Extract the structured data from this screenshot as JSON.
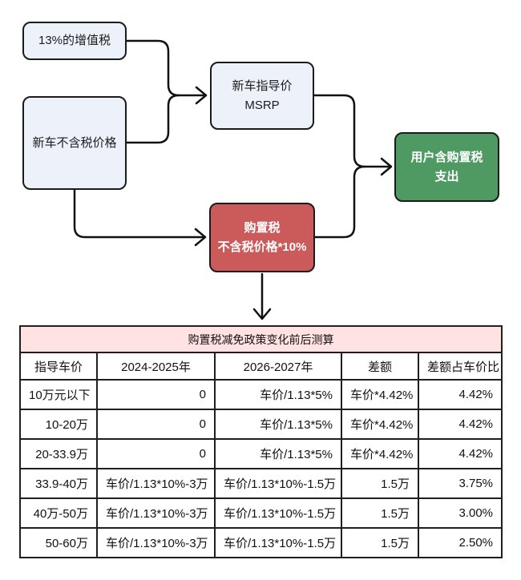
{
  "diagram": {
    "nodes": {
      "vat": {
        "label": "13%的增值税"
      },
      "pretax_price": {
        "label": "新车不含税价格"
      },
      "msrp": {
        "line1": "新车指导价",
        "line2": "MSRP"
      },
      "purchase_tax": {
        "line1": "购置税",
        "line2": "不含税价格*10%"
      },
      "user_cost": {
        "line1": "用户含购置税",
        "line2": "支出"
      }
    },
    "colors": {
      "node_fill": "#edf1fa",
      "node_border": "#1b1b1b",
      "purchase_tax_fill": "#cb5a5a",
      "user_cost_fill": "#4f9a63",
      "arrow": "#111111",
      "table_title_bg": "#ffe2e1"
    }
  },
  "table": {
    "title": "购置税减免政策变化前后测算",
    "headers": [
      "指导车价",
      "2024-2025年",
      "2026-2027年",
      "差额",
      "差额占车价比"
    ],
    "rows": [
      [
        "10万元以下",
        "0",
        "车价/1.13*5%",
        "车价*4.42%",
        "4.42%"
      ],
      [
        "10-20万",
        "0",
        "车价/1.13*5%",
        "车价*4.42%",
        "4.42%"
      ],
      [
        "20-33.9万",
        "0",
        "车价/1.13*5%",
        "车价*4.42%",
        "4.42%"
      ],
      [
        "33.9-40万",
        "车价/1.13*10%-3万",
        "车价/1.13*10%-1.5万",
        "1.5万",
        "3.75%"
      ],
      [
        "40万-50万",
        "车价/1.13*10%-3万",
        "车价/1.13*10%-1.5万",
        "1.5万",
        "3.00%"
      ],
      [
        "50-60万",
        "车价/1.13*10%-3万",
        "车价/1.13*10%-1.5万",
        "1.5万",
        "2.50%"
      ]
    ]
  }
}
